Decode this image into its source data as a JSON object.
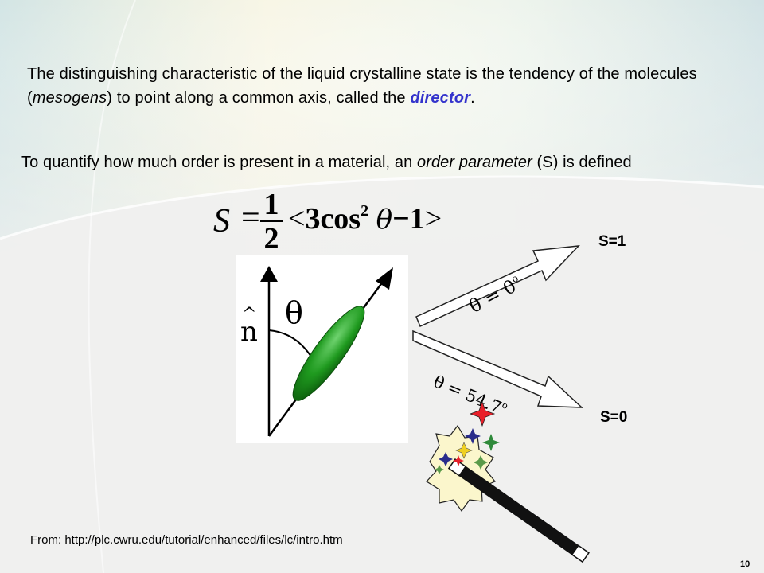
{
  "paragraph1": {
    "part1": "The distinguishing characteristic of the liquid crystalline state is the tendency of the molecules (",
    "mesogens": "mesogens",
    "part2": ") to point along a common axis, called the ",
    "director": "director",
    "part3": "."
  },
  "paragraph2": {
    "part1": "To quantify how much order is present in a material, an ",
    "emph": "order parameter",
    "part2": " (S) is defined"
  },
  "formula": {
    "lhs": "S",
    "equals": "=",
    "numerator": "1",
    "denominator": "2",
    "open": "<",
    "coef": "3",
    "func": "cos",
    "power": "2",
    "var": "θ",
    "minus": "−",
    "one": "1",
    "close": ">"
  },
  "diagram": {
    "axis_label": "n",
    "hat": "^",
    "angle_label": "θ",
    "ellipsoid_color": "#1f8a1f"
  },
  "arrows": {
    "upper_label_symbol": "θ",
    "upper_label_value": " = 0",
    "upper_label_unit": "o",
    "lower_label_symbol": "θ",
    "lower_label_value": " = 54.7",
    "lower_label_unit": "o"
  },
  "results": {
    "upper": "S=1",
    "lower": "S=0"
  },
  "footer": "From: http://plc.cwru.edu/tutorial/enhanced/files/lc/intro.htm",
  "page_number": "10",
  "colors": {
    "director": "#3333cc",
    "sparkle_red": "#e8202a",
    "sparkle_blue": "#2a2d8c",
    "sparkle_green": "#2f8a3a",
    "sparkle_yellow": "#f0d020"
  }
}
